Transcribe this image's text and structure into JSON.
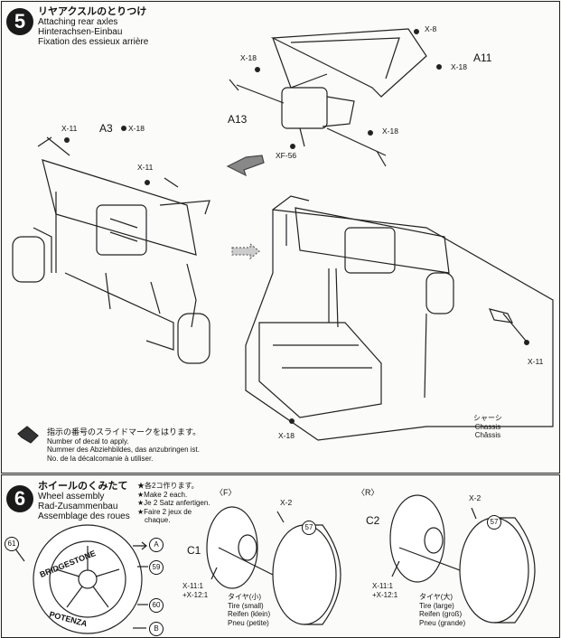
{
  "step5": {
    "number": "5",
    "title_jp": "リヤアクスルのとりつけ",
    "title_en": "Attaching rear axles",
    "title_de": "Hinterachsen-Einbau",
    "title_fr": "Fixation des essieux arrière",
    "labels": {
      "x8": "X-8",
      "x18a": "X-18",
      "x18b": "X-18",
      "x18c": "X-18",
      "x18d": "X-18",
      "x18e": "X-18",
      "a11": "A11",
      "a13": "A13",
      "xf56": "XF-56",
      "x11a": "X-11",
      "x11b": "X-11",
      "x11c": "X-11",
      "a3": "A3"
    },
    "decal_note": {
      "jp": "指示の番号のスライドマークをはります。",
      "en": "Number of decal to apply.",
      "de": "Nummer des Abziehbildes, das anzubringen ist.",
      "fr": "No. de la décalcomanie à utiliser."
    },
    "chassis": {
      "jp": "シャーシ",
      "en": "Chassis",
      "fr": "Châssis"
    }
  },
  "step6": {
    "number": "6",
    "title_jp": "ホイールのくみたて",
    "title_en": "Wheel assembly",
    "title_de": "Rad-Zusammenbau",
    "title_fr": "Assemblage des roues",
    "make": {
      "jp": "★各2コ作ります。",
      "en": "★Make 2 each.",
      "de": "★Je 2 Satz anfertigen.",
      "fr1": "★Faire 2 jeux de",
      "fr2": "chaque."
    },
    "front": "〈F〉",
    "rear": "〈R〉",
    "tire_brand_top": "BRIDGESTONE",
    "tire_brand_bottom": "POTENZA",
    "decals": {
      "d61": "61",
      "A": "A",
      "d59": "59",
      "d60": "60",
      "B": "B",
      "d57a": "57",
      "d57b": "57"
    },
    "x2a": "X-2",
    "x2b": "X-2",
    "c1": "C1",
    "c2": "C2",
    "front_mix1": "X-11:1",
    "front_mix2": "+X-12:1",
    "rear_mix1": "X-11:1",
    "rear_mix2": "+X-12:1",
    "tire_small": {
      "jp": "タイヤ(小)",
      "en": "Tire (small)",
      "de": "Reifen (klein)",
      "fr": "Pneu (petite)"
    },
    "tire_large": {
      "jp": "タイヤ(大)",
      "en": "Tire (large)",
      "de": "Reifen (groß)",
      "fr": "Pneu (grande)"
    }
  }
}
